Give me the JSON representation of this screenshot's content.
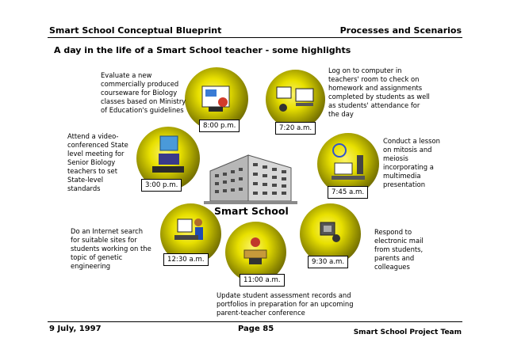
{
  "header": {
    "left": "Smart School Conceptual Blueprint",
    "right": "Processes and Scenarios"
  },
  "subtitle": "A day in the life of a Smart School teacher - some highlights",
  "center_label": "Smart School",
  "events": [
    {
      "time": "8:00 p.m.",
      "text": "Evaluate a new\ncommercially produced\ncourseware for Biology\nclasses based on Ministry\nof Education's guidelines"
    },
    {
      "time": "7:20 a.m.",
      "text": "Log on to computer in\nteachers' room to check on\nhomework and assignments\ncompleted by students as well\nas students' attendance for\nthe day"
    },
    {
      "time": "7:45 a.m.",
      "text": "Conduct a lesson\non mitosis and\nmeiosis\nincorporating a\nmultimedia\npresentation"
    },
    {
      "time": "9:30 a.m.",
      "text": "Respond to\nelectronic mail\nfrom students,\nparents and\ncolleagues"
    },
    {
      "time": "11:00 a.m.",
      "text": "Update student assessment records and\nportfolios in preparation for an upcoming\nparent-teacher conference"
    },
    {
      "time": "12:30 a.m.",
      "text": "Do an Internet search\nfor suitable sites for\nstudents working on the\ntopic of genetic\nengineering"
    },
    {
      "time": "3:00 p.m.",
      "text": "Attend a video-\nconferenced State\nlevel meeting for\nSenior Biology\nteachers to set\nState-level\nstandards"
    }
  ],
  "footer": {
    "date": "9 July, 1997",
    "page": "Page 85",
    "team": "Smart School Project Team"
  }
}
